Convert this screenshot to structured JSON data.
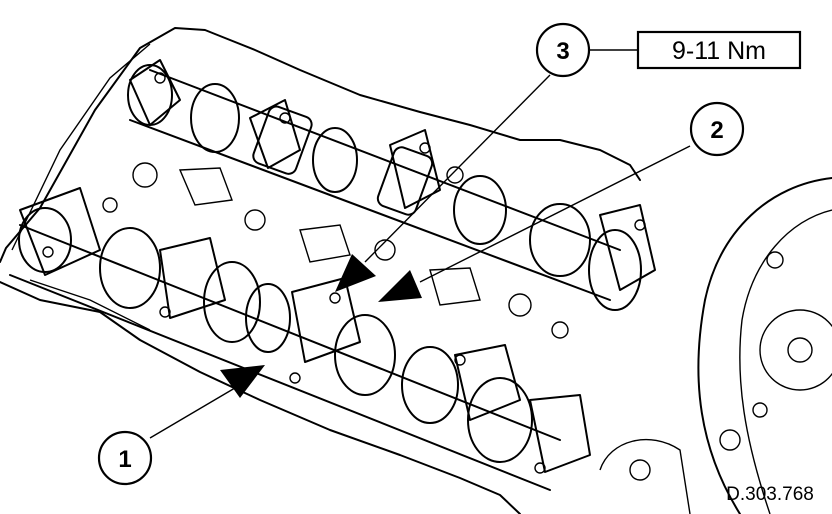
{
  "callouts": [
    {
      "id": "1",
      "label": "1"
    },
    {
      "id": "2",
      "label": "2"
    },
    {
      "id": "3",
      "label": "3"
    }
  ],
  "torque_spec": "9-11 Nm",
  "drawing_ref": "D.303.768"
}
